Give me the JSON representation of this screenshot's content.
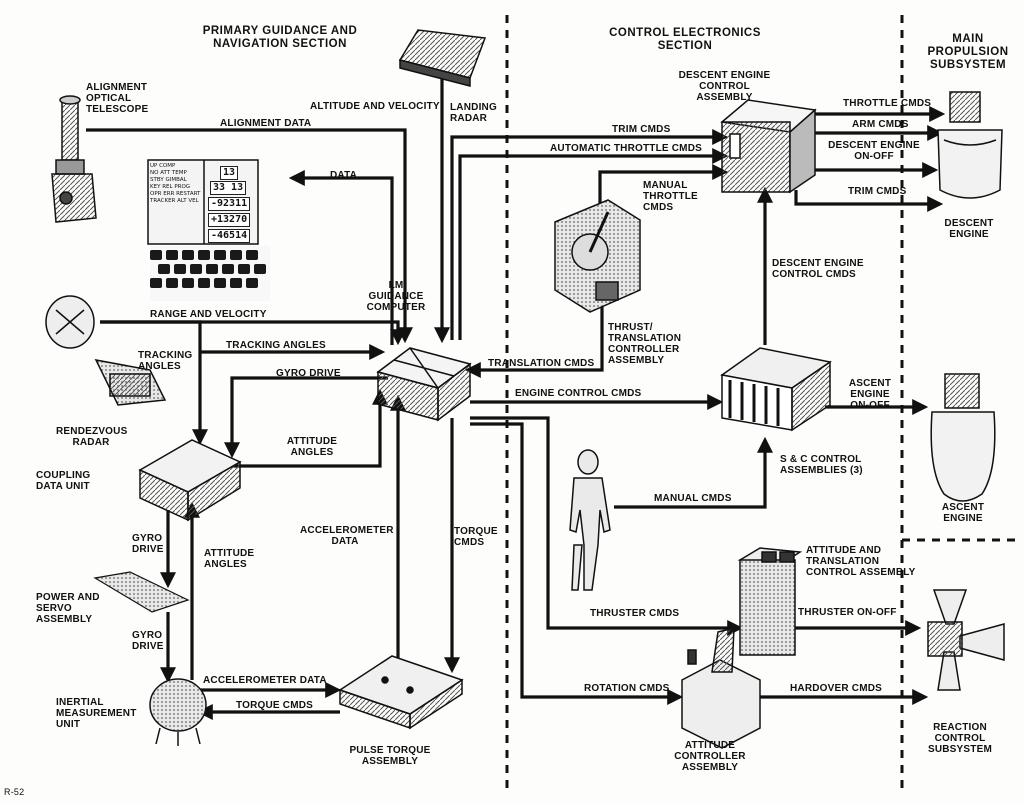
{
  "sections": {
    "primary_guidance": "PRIMARY GUIDANCE AND\nNAVIGATION SECTION",
    "control_electronics": "CONTROL ELECTRONICS\nSECTION",
    "main_propulsion": "MAIN\nPROPULSION\nSUBSYSTEM"
  },
  "components": {
    "alignment_telescope": "ALIGNMENT\nOPTICAL\nTELESCOPE",
    "range_velocity": "RANGE AND VELOCITY",
    "rendezvous_radar": "RENDEZVOUS\nRADAR",
    "coupling_data_unit": "COUPLING\nDATA UNIT",
    "power_servo": "POWER AND\nSERVO\nASSEMBLY",
    "imu": "INERTIAL\nMEASUREMENT\nUNIT",
    "pulse_torque": "PULSE TORQUE\nASSEMBLY",
    "lm_guidance_computer": "LM\nGUIDANCE\nCOMPUTER",
    "landing_radar": "LANDING\nRADAR",
    "descent_engine_control": "DESCENT ENGINE\nCONTROL\nASSEMBLY",
    "thrust_translation": "THRUST/\nTRANSLATION\nCONTROLLER\nASSEMBLY",
    "sc_control": "S & C CONTROL\nASSEMBLIES (3)",
    "atca": "ATTITUDE AND\nTRANSLATION\nCONTROL ASSEMBLY",
    "attitude_controller": "ATTITUDE\nCONTROLLER\nASSEMBLY",
    "descent_engine": "DESCENT\nENGINE",
    "ascent_engine": "ASCENT\nENGINE",
    "rcs": "REACTION\nCONTROL\nSUBSYSTEM"
  },
  "signals": {
    "altitude_velocity": "ALTITUDE AND VELOCITY",
    "alignment_data": "ALIGNMENT DATA",
    "data": "DATA",
    "tracking_angles_rr": "TRACKING\nANGLES",
    "tracking_angles": "TRACKING ANGLES",
    "gyro_drive_cdu": "GYRO DRIVE",
    "attitude_angles_cdu": "ATTITUDE\nANGLES",
    "gyro_drive_1": "GYRO\nDRIVE",
    "gyro_drive_2": "GYRO\nDRIVE",
    "attitude_angles_imu": "ATTITUDE\nANGLES",
    "accelerometer_data_vert": "ACCELEROMETER\nDATA",
    "torque_cmds_vert": "TORQUE\nCMDS",
    "accelerometer_data": "ACCELEROMETER DATA",
    "torque_cmds": "TORQUE CMDS",
    "trim_cmds": "TRIM CMDS",
    "auto_throttle": "AUTOMATIC THROTTLE CMDS",
    "manual_throttle": "MANUAL\nTHROTTLE\nCMDS",
    "translation_cmds": "TRANSLATION CMDS",
    "engine_control_cmds": "ENGINE CONTROL CMDS",
    "descent_engine_control_cmds": "DESCENT ENGINE\nCONTROL CMDS",
    "manual_cmds": "MANUAL CMDS",
    "thruster_cmds": "THRUSTER CMDS",
    "rotation_cmds": "ROTATION CMDS",
    "throttle_cmds": "THROTTLE CMDS",
    "arm_cmds": "ARM CMDS",
    "descent_on_off": "DESCENT ENGINE\nON-OFF",
    "trim_cmds_out": "TRIM CMDS",
    "ascent_on_off": "ASCENT ENGINE\nON-OFF",
    "thruster_on_off": "THRUSTER ON-OFF",
    "hardover_cmds": "HARDOVER CMDS"
  },
  "dsky": {
    "key_labels": [
      "UP",
      "COMP",
      "NO ATT",
      "TEMP",
      "STBY",
      "GIMBAL",
      "KEY REL",
      "PROG",
      "OPR ERR",
      "RESTART",
      "TRACKER",
      "ALT",
      "VEL"
    ],
    "readouts": [
      "13",
      "33 13",
      "-92311",
      "+13270",
      "-46514"
    ]
  },
  "page_ref": "R-52"
}
